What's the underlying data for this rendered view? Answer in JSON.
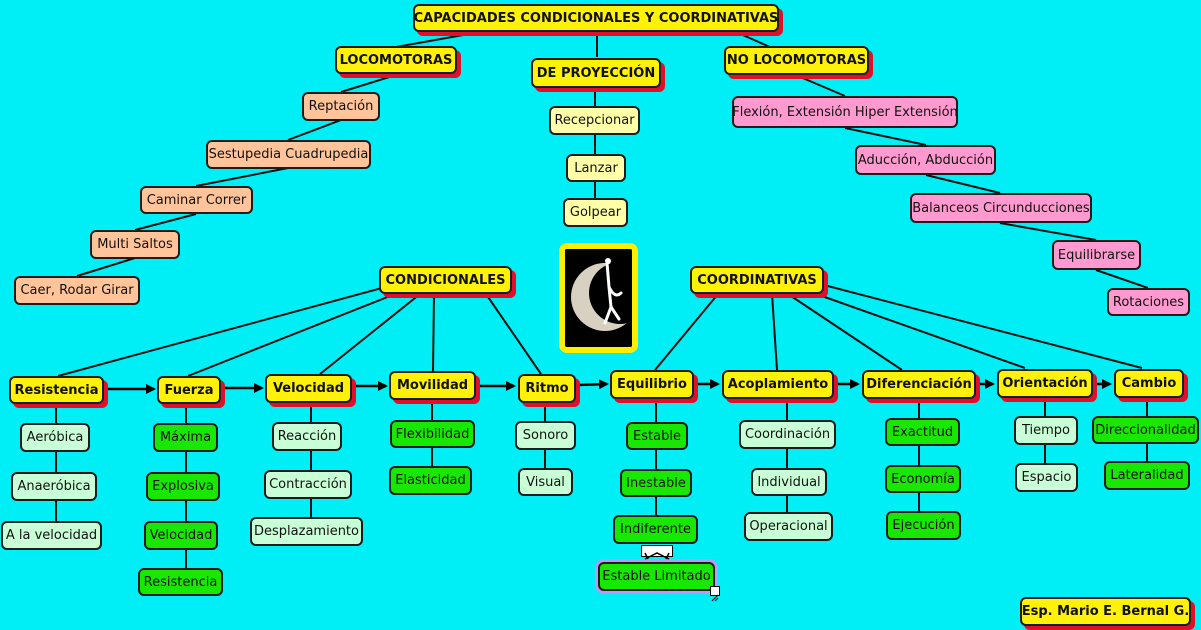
{
  "diagram": {
    "title": "CAPACIDADES CONDICIONALES Y COORDINATIVAS",
    "locomotoras": {
      "heading": "LOCOMOTORAS",
      "items": [
        "Reptación",
        "Sestupedia Cuadrupedia",
        "Caminar Correr",
        "Multi Saltos",
        "Caer, Rodar Girar"
      ]
    },
    "proyeccion": {
      "heading": "DE PROYECCIÓN",
      "items": [
        "Recepcionar",
        "Lanzar",
        "Golpear"
      ]
    },
    "no_locomotoras": {
      "heading": "NO LOCOMOTORAS",
      "items": [
        "Flexión, Extensión Hiper Extensión",
        "Aducción, Abducción",
        "Balanceos Circunducciones",
        "Equilibrarse",
        "Rotaciones"
      ]
    },
    "condicionales": {
      "heading": "CONDICIONALES",
      "groups": [
        {
          "label": "Resistencia",
          "items": [
            "Aeróbica",
            "Anaeróbica",
            "A la velocidad"
          ]
        },
        {
          "label": "Fuerza",
          "items": [
            "Máxima",
            "Explosiva",
            "Velocidad",
            "Resistencia"
          ]
        },
        {
          "label": "Velocidad",
          "items": [
            "Reacción",
            "Contracción",
            "Desplazamiento"
          ]
        },
        {
          "label": "Movilidad",
          "items": [
            "Flexibilidad",
            "Elasticidad"
          ]
        },
        {
          "label": "Ritmo",
          "items": [
            "Sonoro",
            "Visual"
          ]
        }
      ]
    },
    "coordinativas": {
      "heading": "COORDINATIVAS",
      "groups": [
        {
          "label": "Equilibrio",
          "items": [
            "Estable",
            "Inestable",
            "Indiferente",
            "Estable Limitado"
          ]
        },
        {
          "label": "Acoplamiento",
          "items": [
            "Coordinación",
            "Individual",
            "Operacional"
          ]
        },
        {
          "label": "Diferenciación",
          "items": [
            "Exactitud",
            "Economía",
            "Ejecución"
          ]
        },
        {
          "label": "Orientación",
          "items": [
            "Tiempo",
            "Espacio"
          ]
        },
        {
          "label": "Cambio",
          "items": [
            "Direccionalidad",
            "Lateralidad"
          ]
        }
      ]
    },
    "author": "Esp. Mario E. Bernal G.",
    "colors": {
      "background": "#00eef6",
      "heading": "#fff10a",
      "heading_shadow": "#e0102a",
      "locomotoras": "#ffc49a",
      "proyeccion": "#ffffa8",
      "no_locomotoras": "#ff9ad0",
      "condicionales_items": "#c9ffd6",
      "bright_items": "#18e800"
    },
    "icons": [
      "gymnast-crescent-image",
      "collapse-toggle-icon",
      "resize-handle-icon"
    ]
  }
}
